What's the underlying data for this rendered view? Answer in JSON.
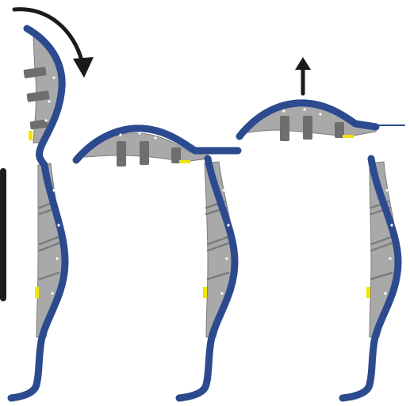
{
  "figure": {
    "stages": [
      {
        "id": "stage-1",
        "motion": "clockwise-swing-down",
        "arrow_icon": "curved-arrow-clockwise-icon"
      },
      {
        "id": "stage-2",
        "motion": "upper-segment-lowered",
        "arrow_icon": ""
      },
      {
        "id": "stage-3",
        "motion": "lift-upward",
        "arrow_icon": "arrow-up-icon"
      }
    ],
    "colors": {
      "outline": "#2c4a8e",
      "fill": "#a9a9a9",
      "fill_dark": "#7c7c7c",
      "peg": "#6e6e6e",
      "marker": "#f2e600",
      "arrow": "#1a1a1a",
      "side_panel": "#1f1c1d",
      "dot": "#ffffff"
    }
  }
}
